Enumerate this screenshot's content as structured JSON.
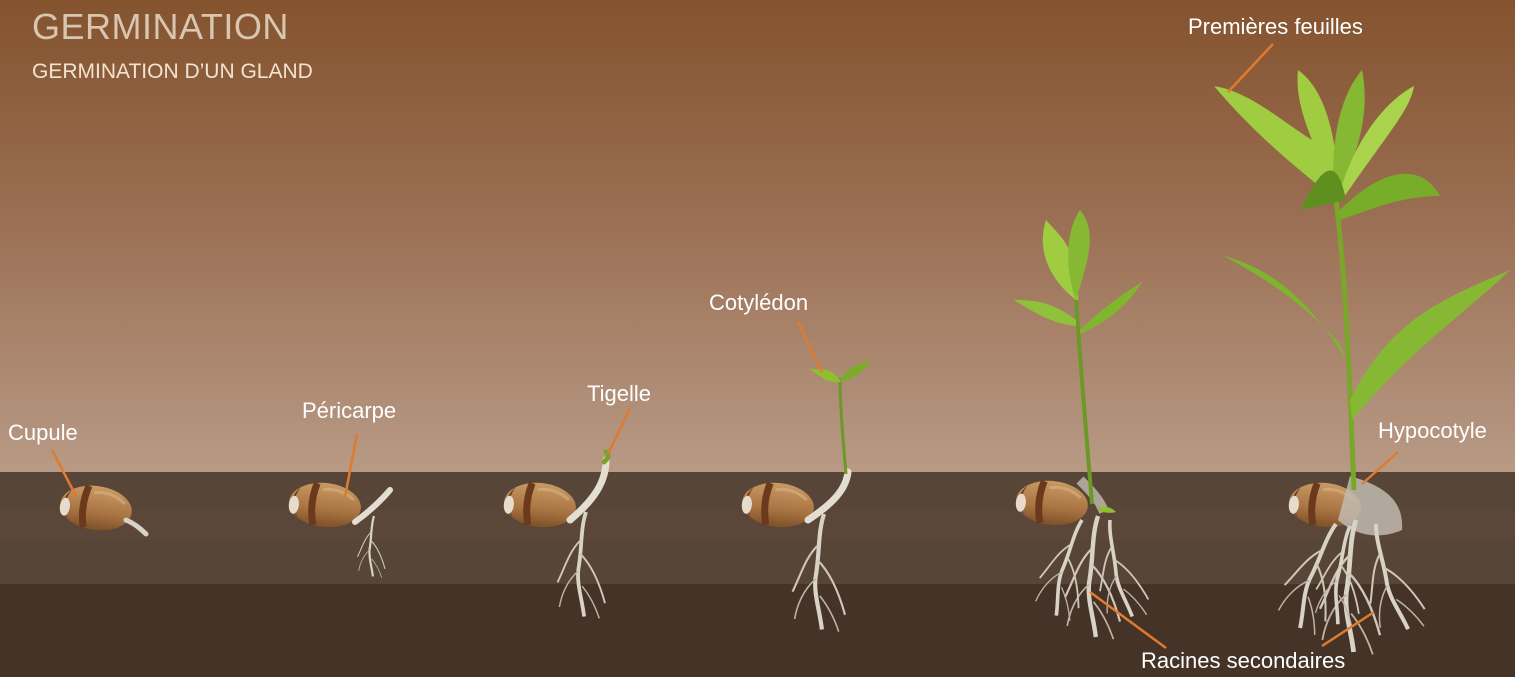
{
  "header": {
    "title": "GERMINATION",
    "subtitle": "GERMINATION D’UN GLAND"
  },
  "labels": {
    "cupule": "Cupule",
    "pericarpe": "Péricarpe",
    "tigelle": "Tigelle",
    "cotyledon": "Cotylédon",
    "premieres_feuilles": "Premières feuilles",
    "hypocotyle": "Hypocotyle",
    "racines_secondaires": "Racines secondaires"
  },
  "colors": {
    "sky_top": "#84532e",
    "sky_bottom": "#b89a85",
    "soil_upper": "#574537",
    "soil_lower": "#453328",
    "leader_line": "#e07a2e",
    "acorn_body": "#b47f4c",
    "acorn_band": "#6b3a1c",
    "root": "#d9d2c6",
    "leaf_light": "#9ccb3c",
    "leaf_dark": "#5f8f1f"
  },
  "stages": [
    "stage-1",
    "stage-2",
    "stage-3",
    "stage-4",
    "stage-5",
    "stage-6"
  ]
}
